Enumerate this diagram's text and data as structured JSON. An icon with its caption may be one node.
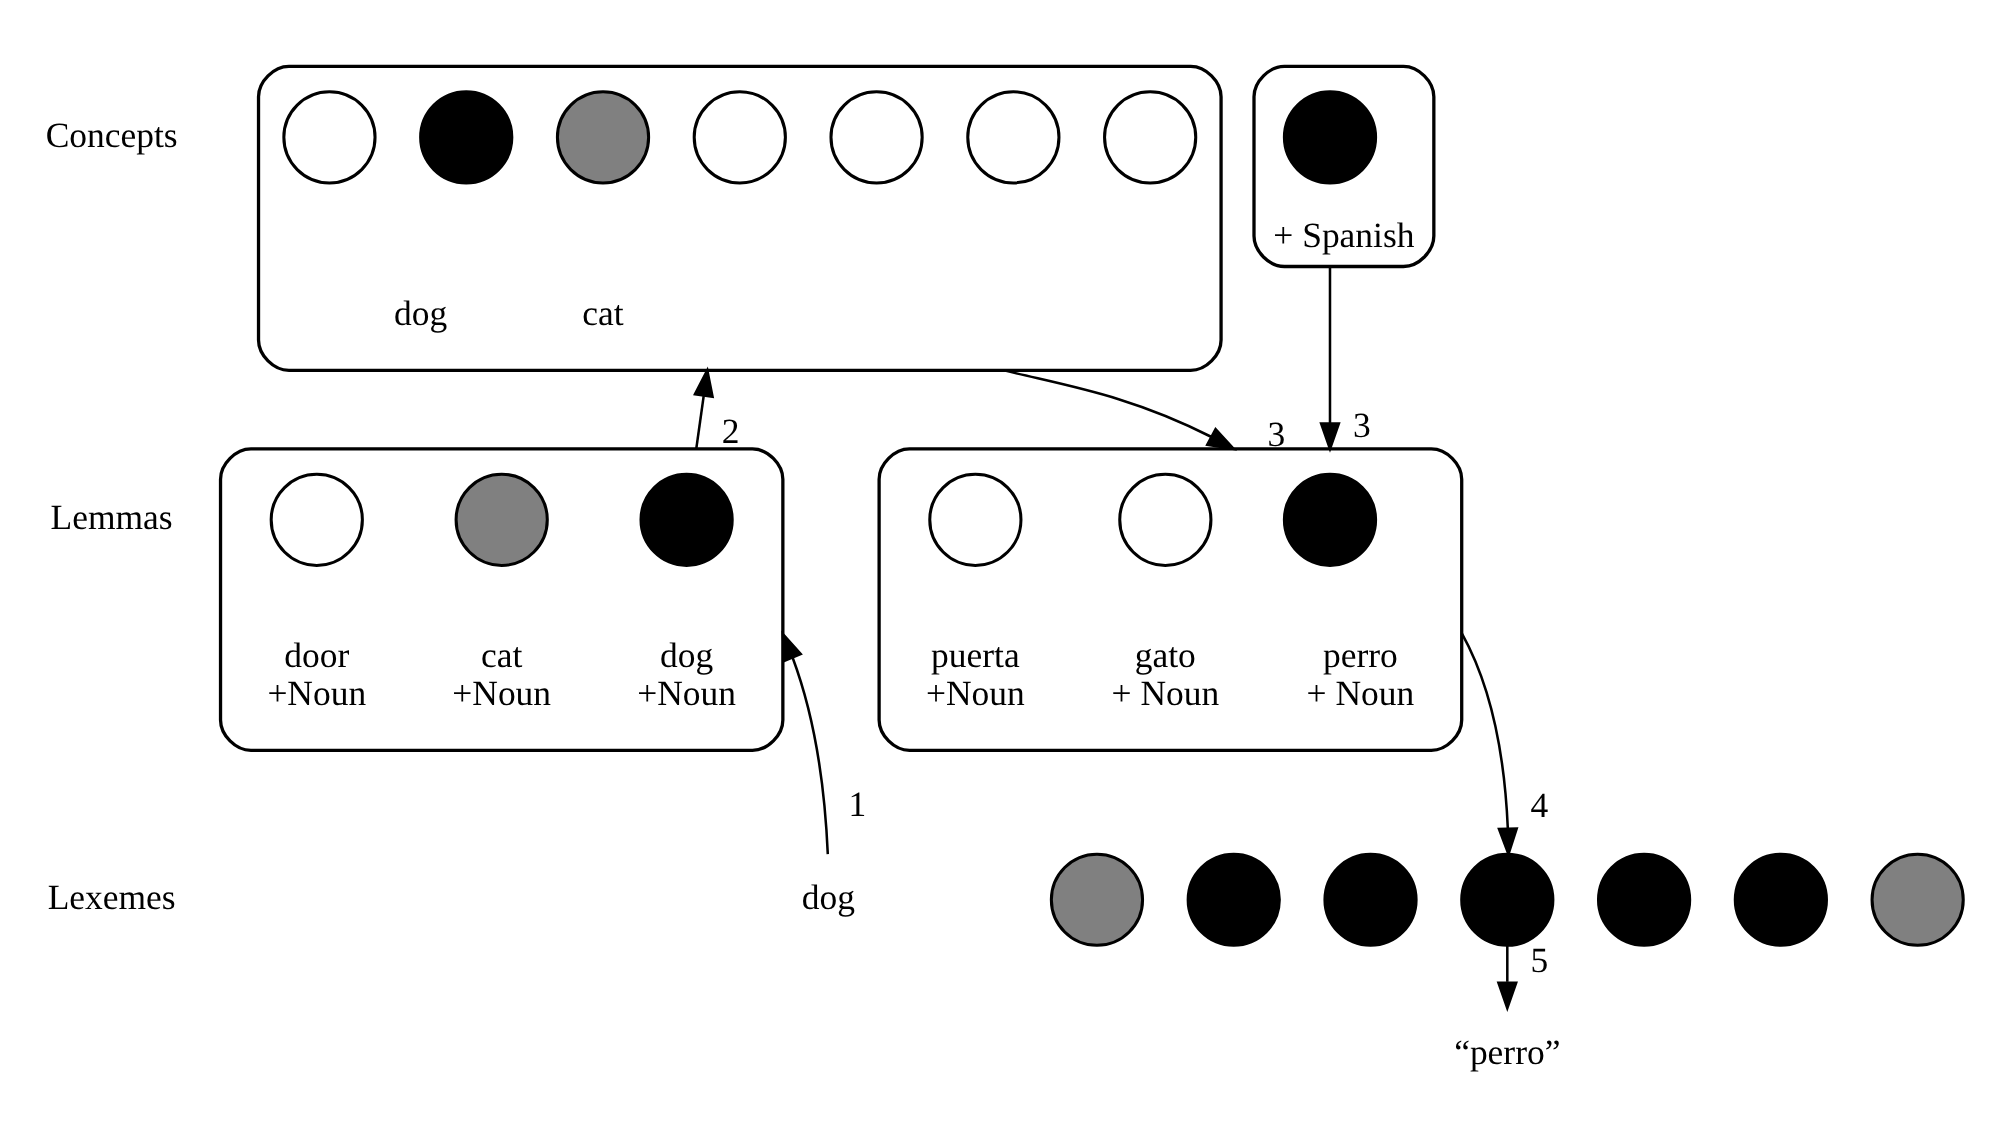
{
  "diagram": {
    "nodes": [
      {
        "text": [],
        "shape": "box"
      },
      {
        "text": [],
        "shape": "circle",
        "in": 0
      },
      {
        "text": [],
        "shape": "circle",
        "in": 0,
        "beside": [
          "dog"
        ]
      },
      {
        "text": [],
        "shape": "circle",
        "in": 0,
        "beside": [
          "cat"
        ]
      },
      {
        "text": [],
        "shape": "circle",
        "in": 0
      },
      {
        "text": [],
        "shape": "circle",
        "in": 0
      },
      {
        "text": [],
        "shape": "circle",
        "in": 0
      },
      {
        "text": [],
        "shape": "circle",
        "in": 0
      },
      {
        "text": [
          "+ Spanish"
        ]
      },
      {
        "text": [],
        "shape": "circle",
        "in": 8
      },
      {
        "text": [],
        "shape": "box"
      },
      {
        "text": [],
        "shape": "circle",
        "in": 10,
        "beside": [
          "door",
          "+Noun"
        ]
      },
      {
        "text": [],
        "shape": "circle",
        "in": 10,
        "beside": [
          "dog",
          "+Noun"
        ]
      },
      {
        "text": [],
        "shape": "circle",
        "in": 10,
        "beside": [
          "cat",
          "+Noun"
        ]
      },
      {
        "text": [],
        "shape": "box"
      },
      {
        "text": [],
        "shape": "circle",
        "in": 14,
        "beside": [
          "puerta",
          "+Noun"
        ]
      },
      {
        "text": [],
        "shape": "circle",
        "in": 14,
        "beside": [
          "perro",
          "+ Noun"
        ]
      },
      {
        "text": [],
        "shape": "circle",
        "in": 14,
        "beside": [
          "gato",
          "+ Noun"
        ]
      },
      {
        "text": [],
        "shape": "circle"
      },
      {
        "text": [],
        "shape": "circle"
      },
      {
        "text": [],
        "shape": "circle"
      },
      {
        "text": [],
        "shape": "circle"
      },
      {
        "text": [],
        "shape": "circle"
      },
      {
        "text": [],
        "shape": "circle"
      },
      {
        "text": [],
        "shape": "circle"
      },
      {
        "text": [
          "dog"
        ]
      },
      {
        "text": [
          "“perro”"
        ]
      }
    ],
    "edges": [
      {
        "from": 25,
        "to": 10,
        "arrow": "to",
        "label": "1"
      },
      {
        "from": 10,
        "to": 0,
        "arrow": "to",
        "label": "2"
      },
      {
        "from": 0,
        "to": 14,
        "arrow": "to",
        "label": "3"
      },
      {
        "from": 8,
        "to": 14,
        "arrow": "to",
        "label": "3"
      },
      {
        "from": 14,
        "to": 21,
        "arrow": "to",
        "label": "4"
      },
      {
        "from": 21,
        "to": 26,
        "arrow": "to",
        "label": "5"
      }
    ],
    "labels": [
      "Concepts",
      "Lemmas",
      "Lexemes"
    ]
  }
}
